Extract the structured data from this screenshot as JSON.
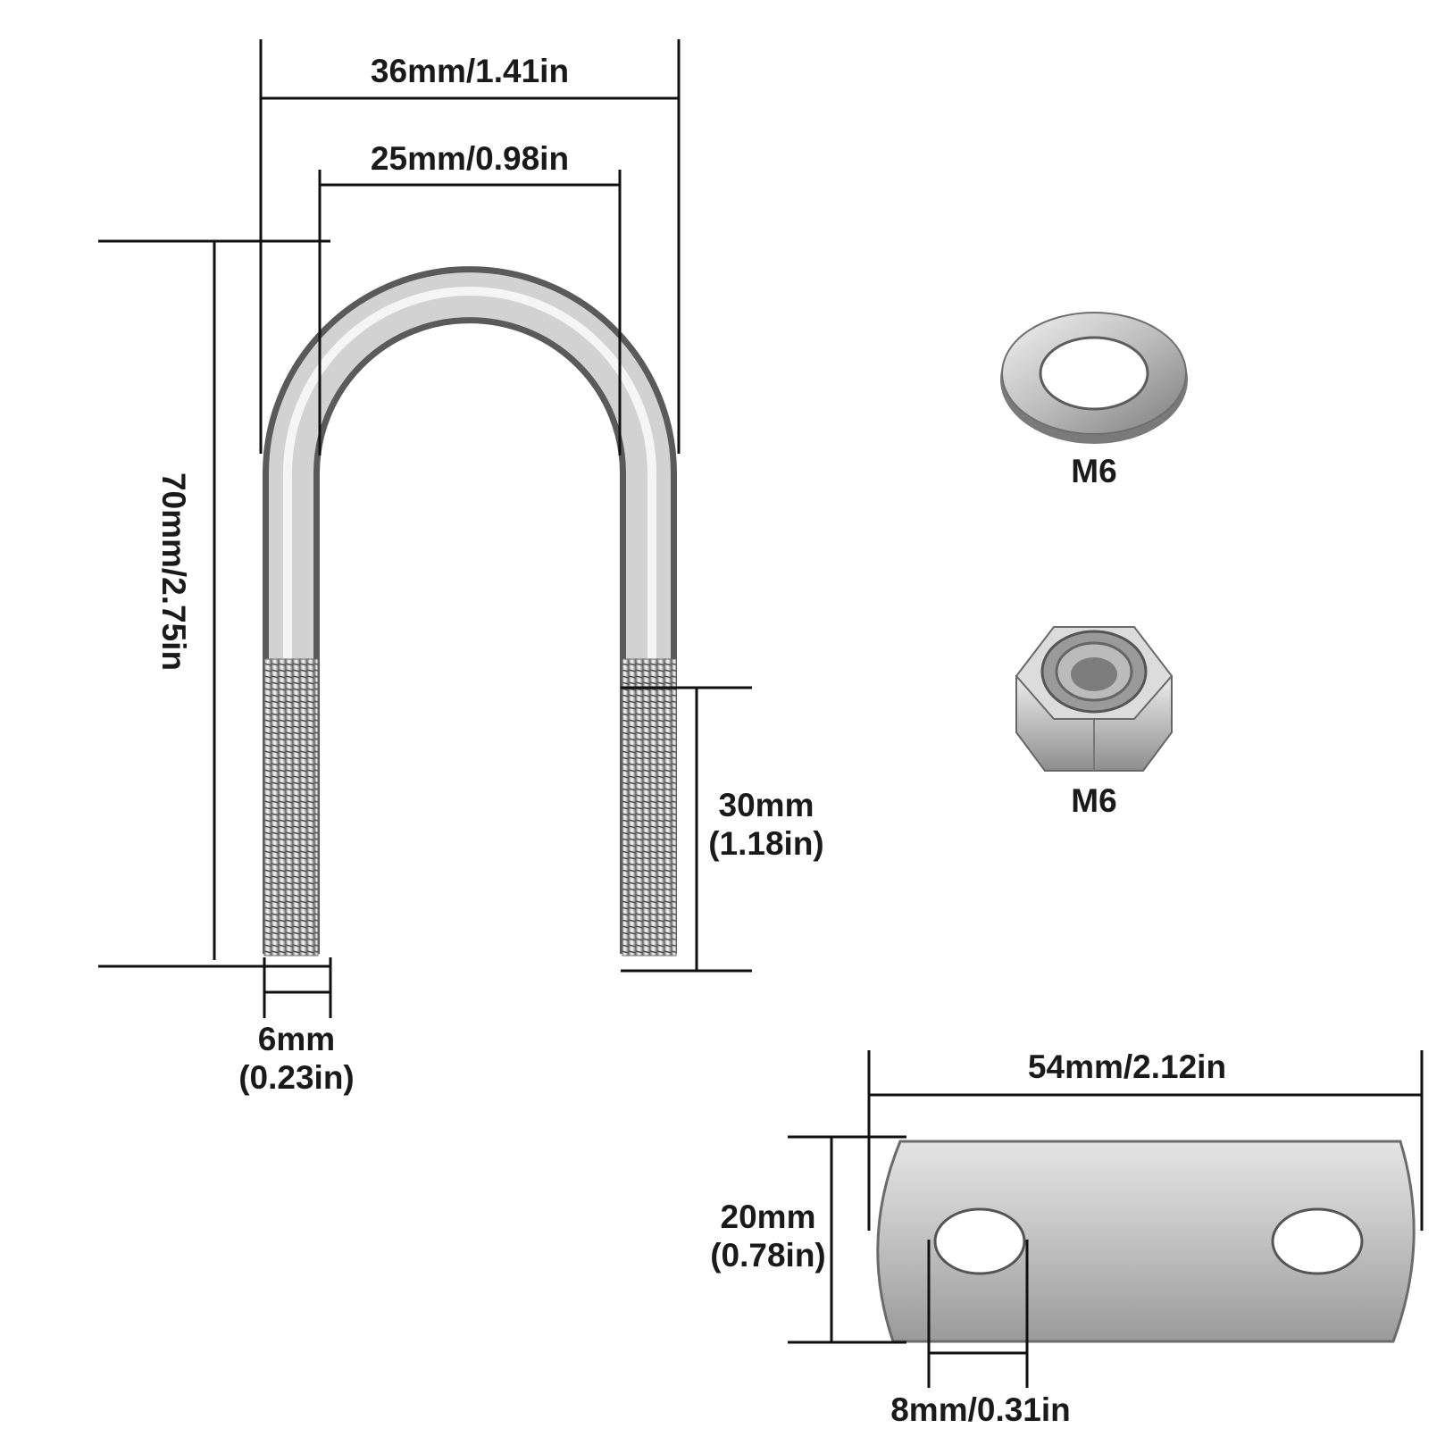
{
  "dimensions": {
    "ubolt_outer_width": "36mm/1.41in",
    "ubolt_inner_width": "25mm/0.98in",
    "ubolt_height": "70mm/2.75in",
    "thread_length_mm": "30mm",
    "thread_length_in": "(1.18in)",
    "rod_diameter_mm": "6mm",
    "rod_diameter_in": "(0.23in)",
    "plate_length": "54mm/2.12in",
    "plate_width_mm": "20mm",
    "plate_width_in": "(0.78in)",
    "hole_diameter": "8mm/0.31in"
  },
  "parts": {
    "washer_label": "M6",
    "nut_label": "M6"
  }
}
